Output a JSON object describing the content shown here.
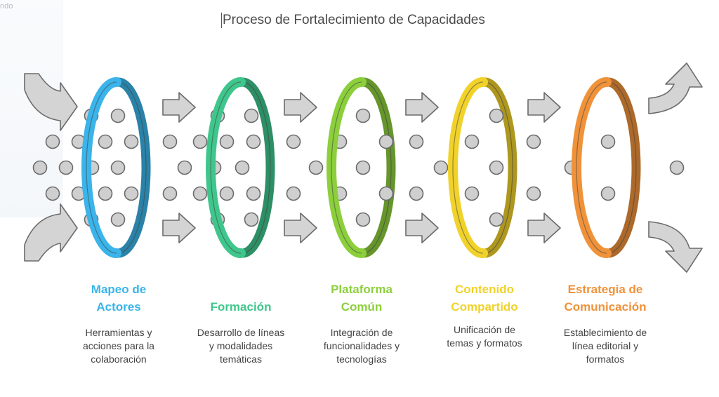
{
  "title": "Proceso de Fortalecimiento de Capacidades",
  "background_fragment_text": "ndo",
  "steps": [
    {
      "title_line1": "Mapeo de",
      "title_line2": "Actores",
      "desc_line1": "Herramientas y",
      "desc_line2": "acciones para la",
      "desc_line3": "colaboración",
      "color": "#3ab4ea"
    },
    {
      "title_line1": "Formación",
      "title_line2": "",
      "desc_line1": "Desarrollo de líneas",
      "desc_line2": "y modalidades",
      "desc_line3": "temáticas",
      "color": "#3fc68c"
    },
    {
      "title_line1": "Plataforma",
      "title_line2": "Común",
      "desc_line1": "Integración de",
      "desc_line2": "funcionalidades y",
      "desc_line3": "tecnologías",
      "color": "#8ccf3c"
    },
    {
      "title_line1": "Contenido",
      "title_line2": "Compartido",
      "desc_line1": "Unificación de",
      "desc_line2": "temas y formatos",
      "desc_line3": "",
      "color": "#f1d22a"
    },
    {
      "title_line1": "Estrategia de",
      "title_line2": "Comunicación",
      "desc_line1": "Establecimiento de",
      "desc_line2": "línea editorial y",
      "desc_line3": "formatos",
      "color": "#f0923a"
    }
  ],
  "colors": {
    "arrow_fill": "#d4d4d4",
    "arrow_stroke": "#6b6b6b",
    "particle_fill": "#cfcfcf",
    "particle_stroke": "#6b6b6b",
    "title_text": "#4a4a4a",
    "desc_text": "#444444"
  }
}
